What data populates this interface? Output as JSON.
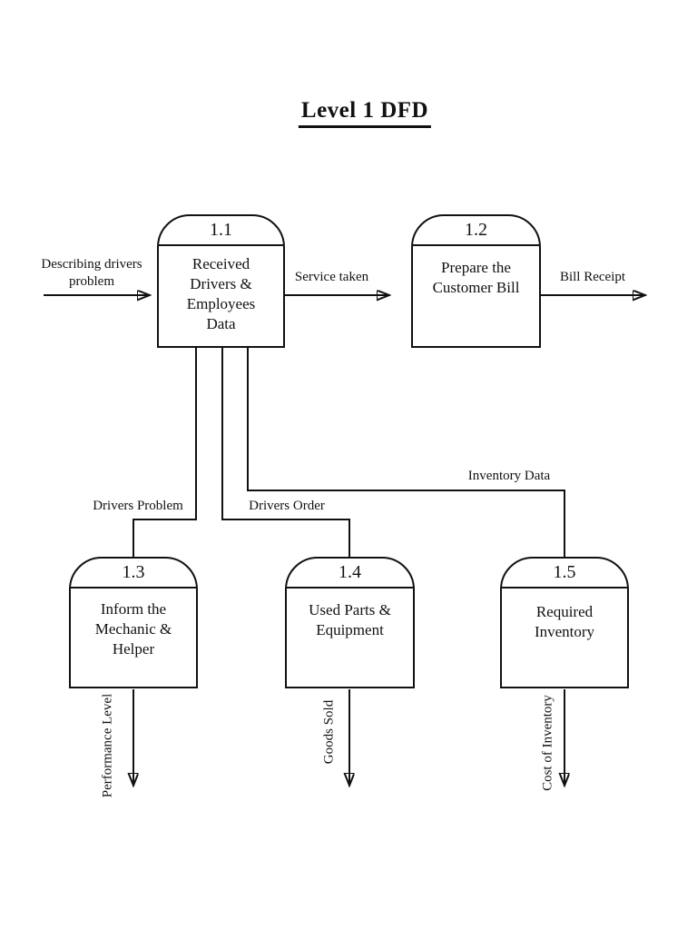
{
  "page": {
    "title": "Level 1 DFD"
  },
  "colors": {
    "ink": "#111111",
    "background": "#ffffff"
  },
  "processes": [
    {
      "id": "1.1",
      "label": "Received Drivers & Employees Data",
      "lines": [
        "Received",
        "Drivers &",
        "Employees",
        "Data"
      ]
    },
    {
      "id": "1.2",
      "label": "Prepare the Customer Bill",
      "lines": [
        "Prepare the",
        "Customer Bill"
      ]
    },
    {
      "id": "1.3",
      "label": "Inform the Mechanic & Helper",
      "lines": [
        "Inform the",
        "Mechanic &",
        "Helper"
      ]
    },
    {
      "id": "1.4",
      "label": "Used Parts & Equipment",
      "lines": [
        "Used Parts &",
        "Equipment"
      ]
    },
    {
      "id": "1.5",
      "label": "Required Inventory",
      "lines": [
        "Required",
        "Inventory"
      ]
    }
  ],
  "flows": {
    "describing_drivers_problem": {
      "label": "Describing drivers problem",
      "lines": [
        "Describing drivers",
        "problem"
      ]
    },
    "service_taken": {
      "label": "Service taken"
    },
    "bill_receipt": {
      "label": "Bill Receipt"
    },
    "drivers_problem": {
      "label": "Drivers Problem"
    },
    "drivers_order": {
      "label": "Drivers Order"
    },
    "inventory_data": {
      "label": "Inventory Data"
    },
    "performance_level": {
      "label": "Performance Level"
    },
    "goods_sold": {
      "label": "Goods Sold"
    },
    "cost_of_inventory": {
      "label": "Cost of Inventory"
    }
  }
}
